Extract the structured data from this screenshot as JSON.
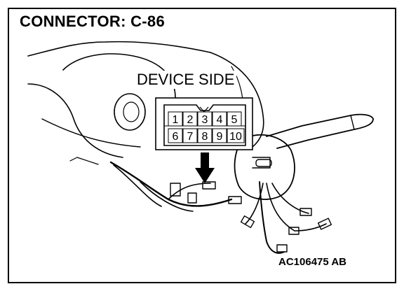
{
  "diagram": {
    "title": "CONNECTOR: C-86",
    "view_label": "DEVICE SIDE",
    "code": "AC106475 AB",
    "connector": {
      "top_row": [
        "1",
        "2",
        "3",
        "4",
        "5"
      ],
      "bottom_row": [
        "6",
        "7",
        "8",
        "9",
        "10"
      ]
    }
  }
}
